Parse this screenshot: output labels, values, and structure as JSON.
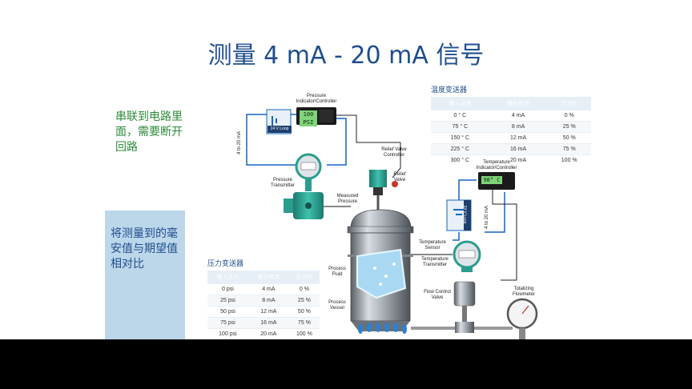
{
  "title": "测量 4 mA - 20 mA 信号",
  "note_series": "串联到电路里面，需要断开回路",
  "note_compare": "将测量到的毫安值与期望值相对比",
  "temperature_table": {
    "title": "温度变送器",
    "headers": [
      "输入温度",
      "输出电流",
      "百分比"
    ],
    "rows": [
      [
        "0 ° C",
        "4 mA",
        "0 %"
      ],
      [
        "75 ° C",
        "8 mA",
        "25 %"
      ],
      [
        "150 ° C",
        "12 mA",
        "50 %"
      ],
      [
        "225 ° C",
        "16 mA",
        "75 %"
      ],
      [
        "300 ° C",
        "20 mA",
        "100 %"
      ]
    ]
  },
  "pressure_table": {
    "title": "压力变送器",
    "headers": [
      "输入压力",
      "输出电流",
      "百分比"
    ],
    "rows": [
      [
        "0 psi",
        "4 mA",
        "0 %"
      ],
      [
        "25 psi",
        "8 mA",
        "25 %"
      ],
      [
        "50 psi",
        "12 mA",
        "50 %"
      ],
      [
        "75 psi",
        "16 mA",
        "75 %"
      ],
      [
        "100 psi",
        "20 mA",
        "100 %"
      ]
    ]
  },
  "diagram": {
    "pressure_controller": "Pressure Indicator/Controller",
    "pressure_display": "100 PSI",
    "loop_label_left": "24 V Loop",
    "range_left": "4 to 20 mA",
    "pressure_transmitter": "Pressure Transmitter",
    "measured_pressure": "Measured Pressure",
    "relief_valve_controller": "Relief Valve Controller",
    "relief_valve": "Relief Valve",
    "process_fluid": "Process Fluid",
    "process_vessel": "Process Vessel",
    "temperature_controller": "Temperature Indicator/Controller",
    "temperature_display": "98° C",
    "loop_label_right": "24 V Loop",
    "range_right": "4 to 20 mA",
    "temperature_sensor": "Temperature Sensor",
    "temperature_transmitter": "Temperature Transmitter",
    "flow_control_valve": "Flow Control Valve",
    "totalizing_flowmeter": "Totalizing Flowmeter"
  },
  "colors": {
    "title": "#1f4e8c",
    "note_green": "#2e8b3a",
    "wire_blue": "#1565c0",
    "teal": "#2a9d8f"
  }
}
